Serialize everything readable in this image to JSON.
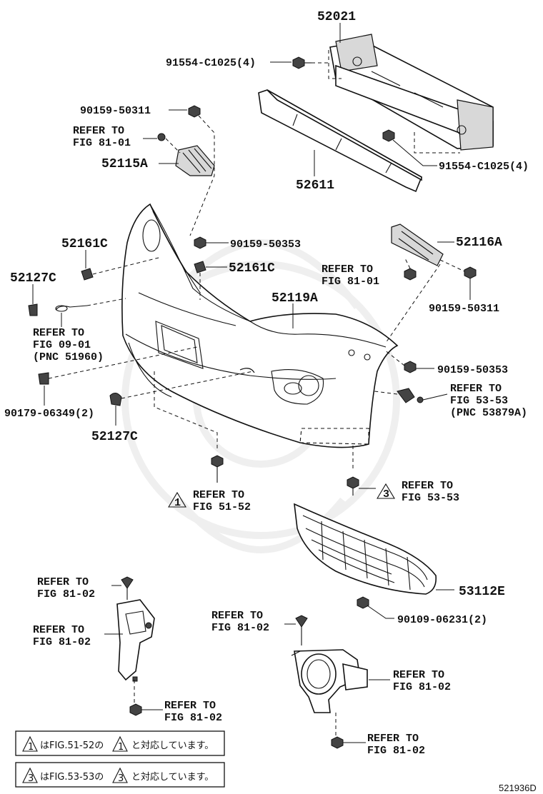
{
  "labels": {
    "p52021": "52021",
    "bolt_upper": "91554-C1025(4)",
    "bolt_right": "91554-C1025(4)",
    "p52611": "52611",
    "screw_left": "90159-50311",
    "refer_81_01_a_1": "REFER TO",
    "refer_81_01_a_2": "FIG 81-01",
    "p52115a": "52115A",
    "p52161c_left": "52161C",
    "screw_center": "90159-50353",
    "p52116a": "52116A",
    "refer_81_01_b_1": "REFER TO",
    "refer_81_01_b_2": "FIG 81-01",
    "p52161c_center": "52161C",
    "p52127c_left": "52127C",
    "p52119a": "52119A",
    "screw_right_upper": "90159-50311",
    "refer_09_01_1": "REFER TO",
    "refer_09_01_2": "FIG 09-01",
    "refer_09_01_3": "(PNC 51960)",
    "screw_right_lower": "90159-50353",
    "refer_53_53_a_1": "REFER TO",
    "refer_53_53_a_2": "FIG 53-53",
    "refer_53_53_a_3": "(PNC 53879A)",
    "clip_left": "90179-06349(2)",
    "p52127c_lower": "52127C",
    "refer_51_52_1": "REFER TO",
    "refer_51_52_2": "FIG 51-52",
    "tri_1": "1",
    "refer_53_53_b_1": "REFER TO",
    "refer_53_53_b_2": "FIG 53-53",
    "tri_3": "3",
    "p53112e": "53112E",
    "screw_grille": "90109-06231(2)",
    "refer_81_02_a_1": "REFER TO",
    "refer_81_02_a_2": "FIG 81-02",
    "refer_81_02_b_1": "REFER TO",
    "refer_81_02_b_2": "FIG 81-02",
    "refer_81_02_c_1": "REFER TO",
    "refer_81_02_c_2": "FIG 81-02",
    "refer_81_02_d_1": "REFER TO",
    "refer_81_02_d_2": "FIG 81-02",
    "refer_81_02_e_1": "REFER TO",
    "refer_81_02_e_2": "FIG 81-02",
    "refer_81_02_f_1": "REFER TO",
    "refer_81_02_f_2": "FIG 81-02",
    "figure_id": "521936D"
  },
  "notes": {
    "note1_num_a": "1",
    "note1_text_a": "はFIG.51-52の",
    "note1_num_b": "1",
    "note1_text_b": "と対応しています。",
    "note3_num_a": "3",
    "note3_text_a": "はFIG.53-53の",
    "note3_num_b": "3",
    "note3_text_b": "と対応しています。"
  }
}
